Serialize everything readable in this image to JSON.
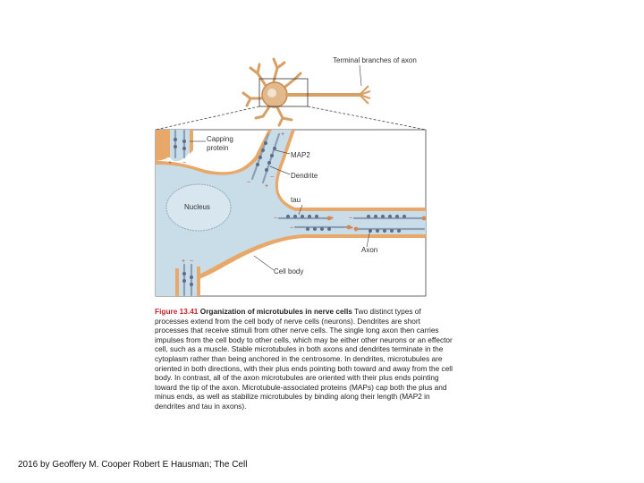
{
  "labels": {
    "terminal": "Terminal branches of axon",
    "capping": [
      "Capping",
      "protein"
    ],
    "map2": "MAP2",
    "dendrite": "Dendrite",
    "tau": "tau",
    "nucleus": "Nucleus",
    "axon": "Axon",
    "cell_body": "Cell body"
  },
  "caption": {
    "number": "Figure 13.41",
    "title": "Organization of microtubules in nerve cells",
    "text": "Two distinct types of processes extend from the cell body of nerve cells (neurons). Dendrites are short processes that receive stimuli from other nerve cells. The single long axon then carries impulses from the cell body to other cells, which may be either other neurons or an effector cell, such as a muscle. Stable microtubules in both axons and dendrites terminate in the cytoplasm rather than being anchored in the centrosome. In dendrites, microtubules are oriented in both directions, with their plus ends pointing both toward and away from the cell body. In contrast, all of the axon microtubules are oriented with their plus ends pointing toward the tip of the axon. Microtubule-associated proteins (MAPs) cap both the plus and minus ends, as well as stabilize microtubules by binding along their length (MAP2 in dendrites and tau in axons)."
  },
  "footer": "2016 by Geoffery M. Cooper Robert E Hausman; The Cell",
  "colors": {
    "cytoplasm": "#c9dde9",
    "membrane": "#e8a86a",
    "nucleus": "#d8e6ef",
    "microtubule": "#8ba0b5",
    "map": "#5a6d8a",
    "caption_number": "#c4262e"
  }
}
